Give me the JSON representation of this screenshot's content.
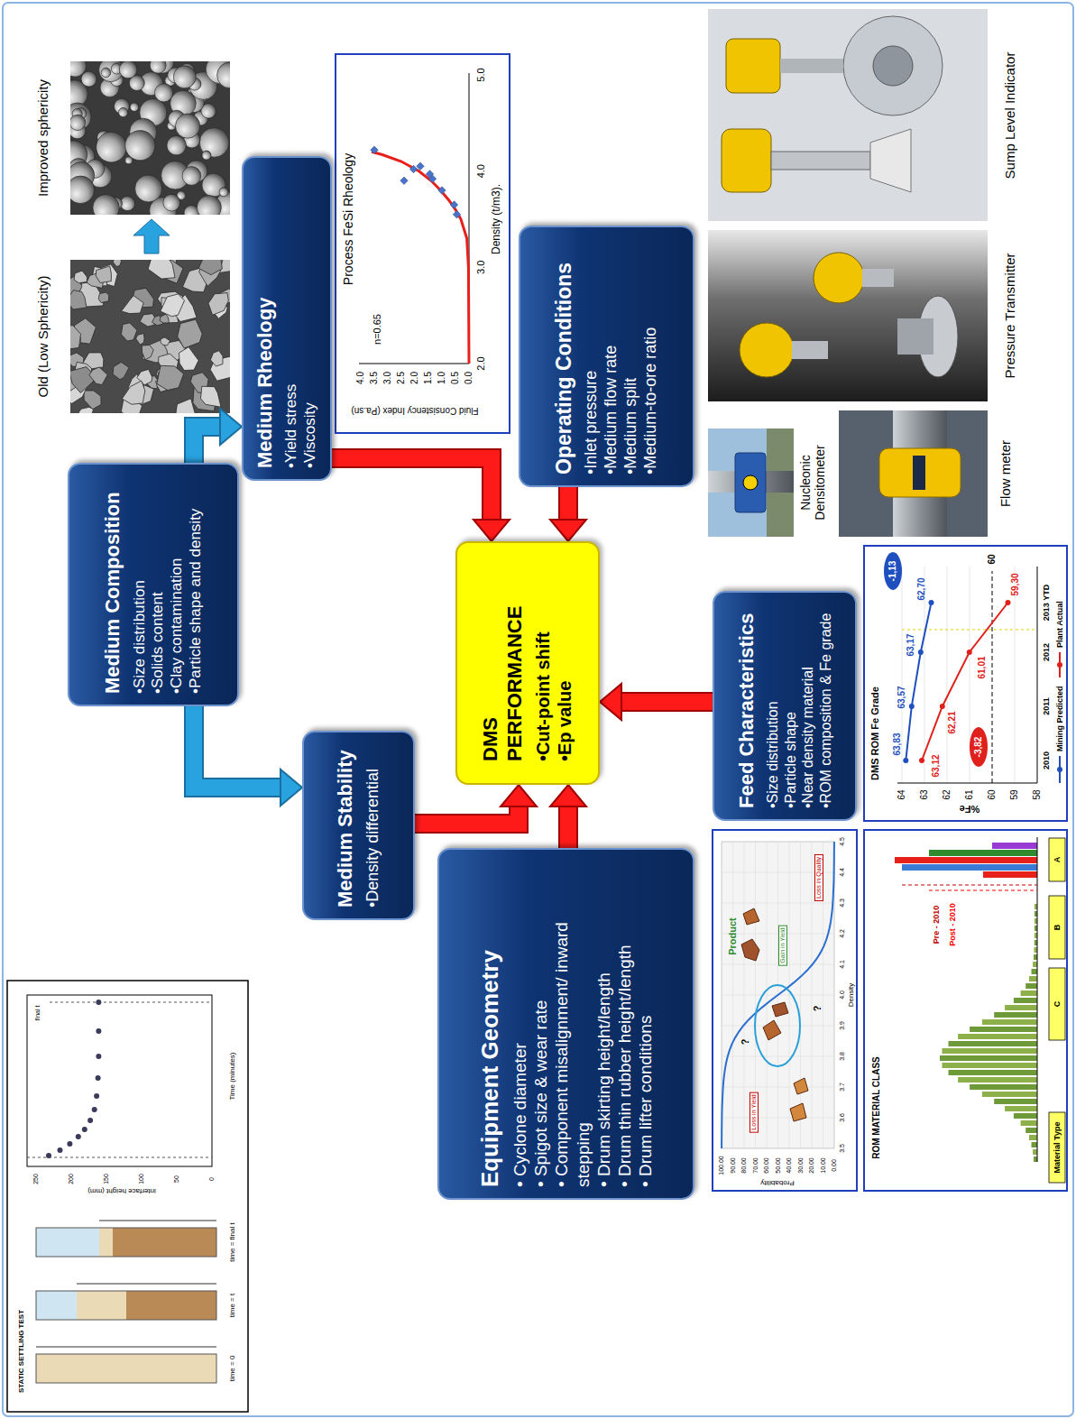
{
  "diagram": {
    "nodes": [
      {
        "text": [
          "Medium Composition",
          "•Size distribution",
          "•Solids content",
          "•Clay contamination",
          "•Particle shape and density"
        ]
      },
      {
        "text": [
          "Medium Rheology",
          "•Yield stress",
          "•Viscosity"
        ]
      },
      {
        "text": [
          "Medium Stability",
          "•Density differential"
        ]
      },
      {
        "text": [
          "DMS PERFORMANCE",
          "•Cut-point shift",
          "•Ep value"
        ]
      },
      {
        "text": [
          "Equipment Geometry",
          "• Cyclone diameter",
          "• Spigot size & wear rate",
          "• Component misalignment/ inward stepping",
          "• Drum skirting height/length",
          "• Drum thin rubber height/length",
          "• Drum lifter conditions"
        ]
      },
      {
        "text": [
          "Operating Conditions",
          "•Inlet pressure",
          "•Medium flow rate",
          "•Medium split",
          "•Medium-to-ore ratio"
        ]
      },
      {
        "text": [
          "Feed Characteristics",
          "•Size distribution",
          "•Particle shape",
          "•Near density material",
          "•ROM composition & Fe grade"
        ]
      }
    ],
    "edges": [
      {
        "from": 0,
        "to": 1,
        "arrow": "to"
      },
      {
        "from": 0,
        "to": 2,
        "arrow": "to"
      },
      {
        "from": 1,
        "to": 3,
        "arrow": "to"
      },
      {
        "from": 2,
        "to": 3,
        "arrow": "to"
      },
      {
        "from": 4,
        "to": 3,
        "arrow": "to"
      },
      {
        "from": 5,
        "to": 3,
        "arrow": "to"
      },
      {
        "from": 6,
        "to": 3,
        "arrow": "to"
      }
    ],
    "labels": [
      "STATIC SETTLING TEST",
      "time = 0",
      "time = t",
      "time = final t",
      "interface height (mm)",
      "250",
      "200",
      "150",
      "100",
      "50",
      "0",
      "Time (minutes)",
      "final t",
      "Old (Low Sphericity)",
      "Improved sphericity",
      "Process FeSi Rheology",
      "n=0.65",
      "Fluid Consistency Index (Pa.sn)",
      "4.0",
      "3.5",
      "3.0",
      "2.5",
      "2.0",
      "1.5",
      "1.0",
      "0.5",
      "0.0",
      "2.0",
      "3.0",
      "4.0",
      "5.0",
      "Density (t/m3).",
      "Nucleonic Densitometer",
      "Flow meter",
      "Pressure Transmitter",
      "Sump Level Indicator",
      "Probability",
      "100.00",
      "90.00",
      "80.00",
      "70.00",
      "60.00",
      "50.00",
      "40.00",
      "30.00",
      "20.00",
      "10.00",
      "0.00",
      "3.5",
      "3.6",
      "3.7",
      "3.8",
      "3.9",
      "4.0",
      "4.1",
      "4.2",
      "4.3",
      "4.4",
      "4.5",
      "Density",
      "Product",
      "Loss in Yield",
      "Gain in Yield",
      "Loss in Quality",
      "?",
      "?",
      "ROM MATERIAL CLASS",
      "Pre - 2010",
      "Post - 2010",
      "Material Type",
      "C",
      "B",
      "A",
      "DMS ROM Fe Grade",
      "%Fe",
      "64",
      "63",
      "62",
      "61",
      "60",
      "59",
      "58",
      "2010",
      "2011",
      "2012",
      "2013 YTD",
      "63,83",
      "63,57",
      "63,17",
      "62,70",
      "63,12",
      "62,21",
      "61,01",
      "59,30",
      "-1,13",
      "-3,82",
      "60"
    ],
    "legend": [
      {
        "text": "Mining Predicted"
      },
      {
        "text": "Plant Actual"
      }
    ]
  }
}
